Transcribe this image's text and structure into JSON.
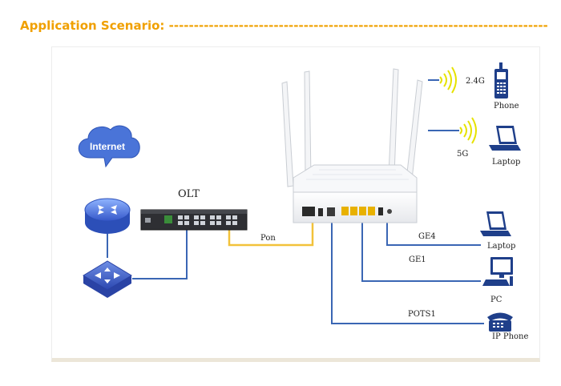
{
  "heading": "Application Scenario: ----------------------------------------------------------------------------",
  "labels": {
    "internet": "Internet",
    "olt": "OLT",
    "pon": "Pon",
    "wifi_24": "2.4G",
    "wifi_5": "5G",
    "ge4": "GE4",
    "ge1": "GE1",
    "pots1": "POTS1"
  },
  "devices": {
    "phone": "Phone",
    "laptop_wifi": "Laptop",
    "laptop_wired": "Laptop",
    "pc": "PC",
    "ip_phone": "IP Phone"
  },
  "colors": {
    "heading": "#f0a000",
    "cable_blue": "#3a66b4",
    "pon_fiber": "#f2c23a",
    "wifi_waves": "#e6e200",
    "device_blue": "#1f3f8a"
  }
}
